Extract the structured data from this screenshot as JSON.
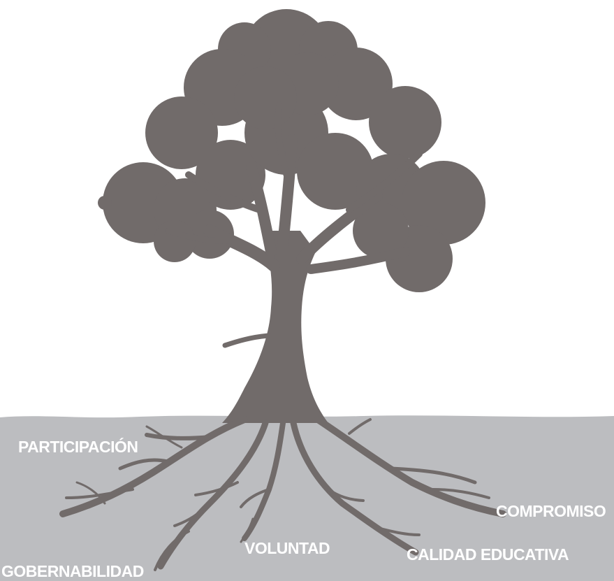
{
  "colors": {
    "background": "#ffffff",
    "ground": "#bcbdc0",
    "tree": "#716b6a",
    "label_text": "#ffffff"
  },
  "icons": {
    "tree": "tree-silhouette-icon"
  },
  "roots": [
    {
      "label": "PARTICIPACIÓN"
    },
    {
      "label": "COMPROMISO"
    },
    {
      "label": "VOLUNTAD"
    },
    {
      "label": "CALIDAD EDUCATIVA"
    },
    {
      "label": "GOBERNABILIDAD"
    }
  ]
}
